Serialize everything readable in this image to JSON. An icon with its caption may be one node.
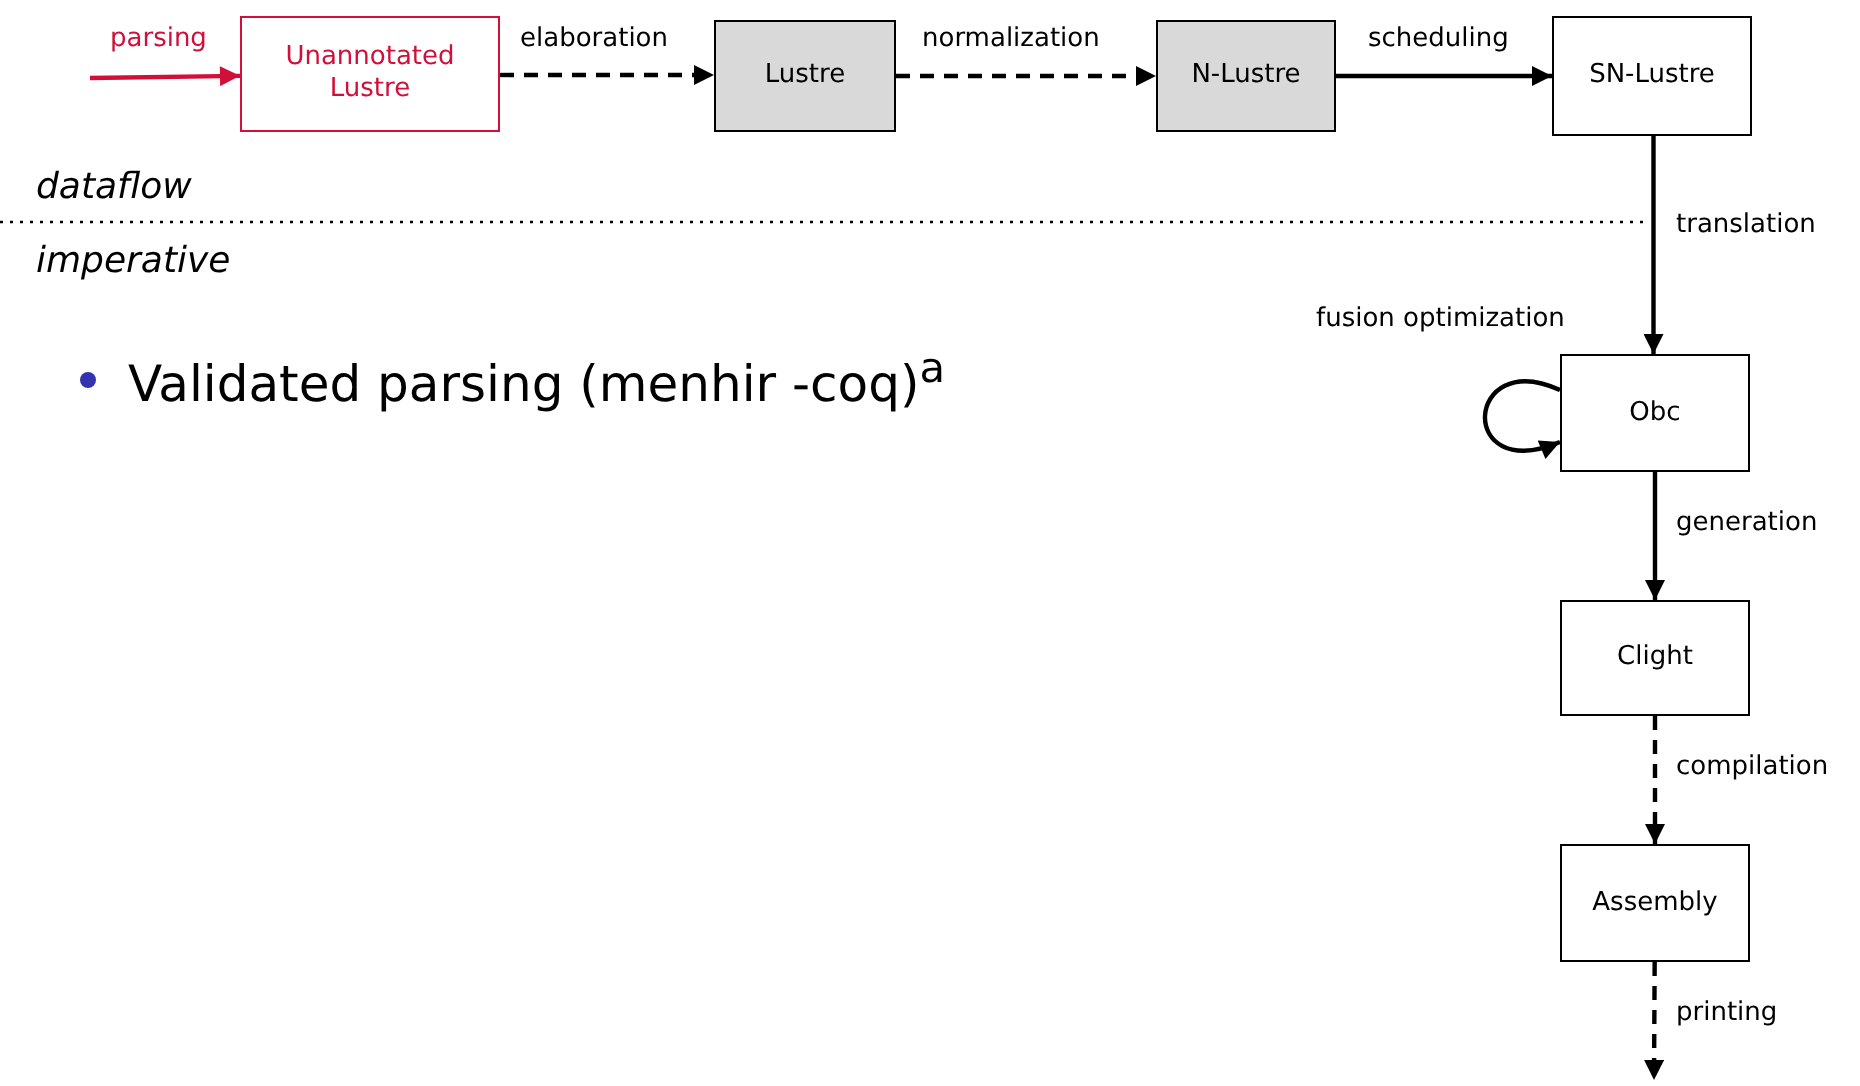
{
  "diagram": {
    "nodes": [
      {
        "text": [
          "Unannotated Lustre"
        ]
      },
      {
        "text": [
          "Lustre"
        ]
      },
      {
        "text": [
          "N-Lustre"
        ]
      },
      {
        "text": [
          "SN-Lustre"
        ]
      },
      {
        "text": [
          "Obc"
        ]
      },
      {
        "text": [
          "Clight"
        ]
      },
      {
        "text": [
          "Assembly"
        ]
      }
    ],
    "edges": [
      {
        "from": null,
        "to": 0,
        "arrow": "to",
        "label": "parsing",
        "color": "#d0103a"
      },
      {
        "from": 0,
        "to": 1,
        "arrow": "to",
        "label": "elaboration",
        "style": "dashed"
      },
      {
        "from": 1,
        "to": 2,
        "arrow": "to",
        "label": "normalization",
        "style": "dashed"
      },
      {
        "from": 2,
        "to": 3,
        "arrow": "to",
        "label": "scheduling"
      },
      {
        "from": 3,
        "to": 4,
        "arrow": "to",
        "label": "translation"
      },
      {
        "from": 4,
        "to": 4,
        "arrow": "to",
        "label": "fusion optimization"
      },
      {
        "from": 4,
        "to": 5,
        "arrow": "to",
        "label": "generation"
      },
      {
        "from": 5,
        "to": 6,
        "arrow": "to",
        "label": "compilation",
        "style": "dashed"
      },
      {
        "from": 6,
        "to": null,
        "arrow": "to",
        "label": "printing",
        "style": "dashed"
      }
    ],
    "labels": [
      "dataflow",
      "imperative",
      "Validated parsing (menhir -coq)$^{a}$"
    ]
  }
}
